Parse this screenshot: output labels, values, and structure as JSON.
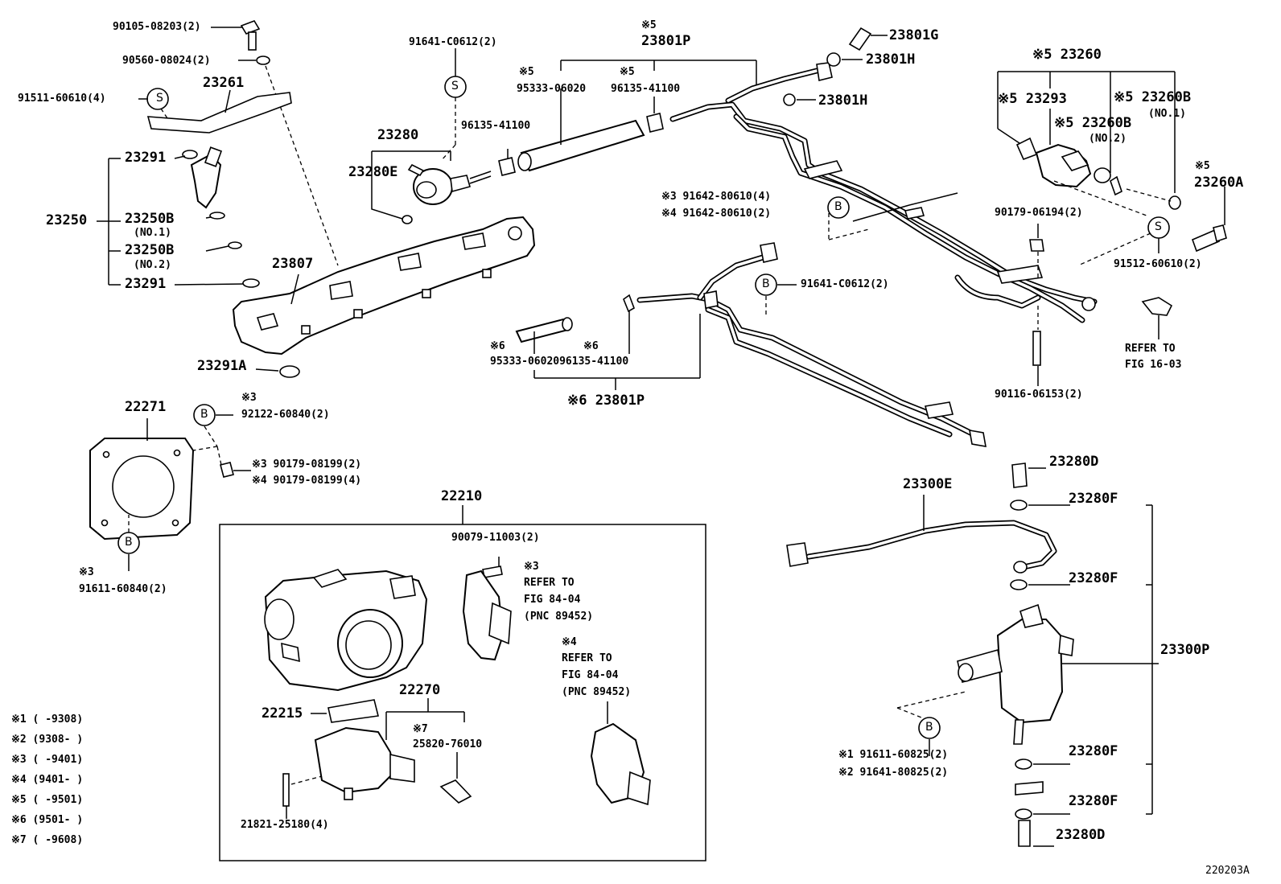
{
  "figure_code": "220203A",
  "marks": {
    "s": "S",
    "b": "B"
  },
  "labels": {
    "p90105": "90105-08203(2)",
    "p90560": "90560-08024(2)",
    "p91511": "91511-60610(4)",
    "p23261": "23261",
    "p23291a": "23291",
    "p23250": "23250",
    "p23250b1": "23250B",
    "no1a": "(NO.1)",
    "p23250b2": "23250B",
    "no2a": "(NO.2)",
    "p23291b": "23291",
    "p23807": "23807",
    "p23291A": "23291A",
    "p91641top": "91641-C0612(2)",
    "p23280": "23280",
    "p23280E": "23280E",
    "x5a": "※5",
    "p95333top": "95333-06020",
    "x5b": "※5",
    "p96135top": "96135-41100",
    "p96135mid": "96135-41100",
    "x5c": "※5",
    "p23801P_top": "23801P",
    "p23801G": "23801G",
    "p23801H1": "23801H",
    "p23801H2": "23801H",
    "x3_91642": "※3 91642-80610(4)",
    "x4_91642": "※4 91642-80610(2)",
    "p91641mid": "91641-C0612(2)",
    "x6a": "※6",
    "x6b": "※6",
    "p95333_96135": "95333-0602096135-41100",
    "x6_23801P": "※6 23801P",
    "x5_23260": "※5 23260",
    "x5_23293": "※5 23293",
    "x5_23260B_1": "※5 23260B",
    "no1b": "(NO.1)",
    "x5_23260B_2": "※5 23260B",
    "no2b": "(NO.2)",
    "x5d": "※5",
    "p23260A": "23260A",
    "p90179_06194": "90179-06194(2)",
    "p91512": "91512-60610(2)",
    "refer_a": "REFER TO",
    "fig_a": "FIG 16-03",
    "p90116": "90116-06153(2)",
    "p22271": "22271",
    "x3a": "※3",
    "p92122": "92122-60840(2)",
    "x3_90179": "※3 90179-08199(2)",
    "x4_90179": "※4 90179-08199(4)",
    "x3b": "※3",
    "p91611_60840": "91611-60840(2)",
    "p22210": "22210",
    "p90079": "90079-11003(2)",
    "x3c": "※3",
    "refer_b": "REFER TO",
    "fig_b": "FIG 84-04",
    "pnc_b": "(PNC 89452)",
    "x4a": "※4",
    "refer_c": "REFER TO",
    "fig_c": "FIG 84-04",
    "pnc_c": "(PNC 89452)",
    "p22270": "22270",
    "p22215": "22215",
    "x7": "※7",
    "p25820": "25820-76010",
    "p21821": "21821-25180(4)",
    "p23280D_top": "23280D",
    "p23300E": "23300E",
    "p23280F_1": "23280F",
    "p23280F_2": "23280F",
    "p23300P": "23300P",
    "x1_91611": "※1 91611-60825(2)",
    "x2_91641": "※2 91641-80825(2)",
    "p23280F_3": "23280F",
    "p23280F_4": "23280F",
    "p23280D_bot": "23280D"
  },
  "legend": [
    "※1 (      -9308)",
    "※2 (9308-      )",
    "※3 (      -9401)",
    "※4 (9401-      )",
    "※5 (      -9501)",
    "※6 (9501-      )",
    "※7 (      -9608)"
  ]
}
